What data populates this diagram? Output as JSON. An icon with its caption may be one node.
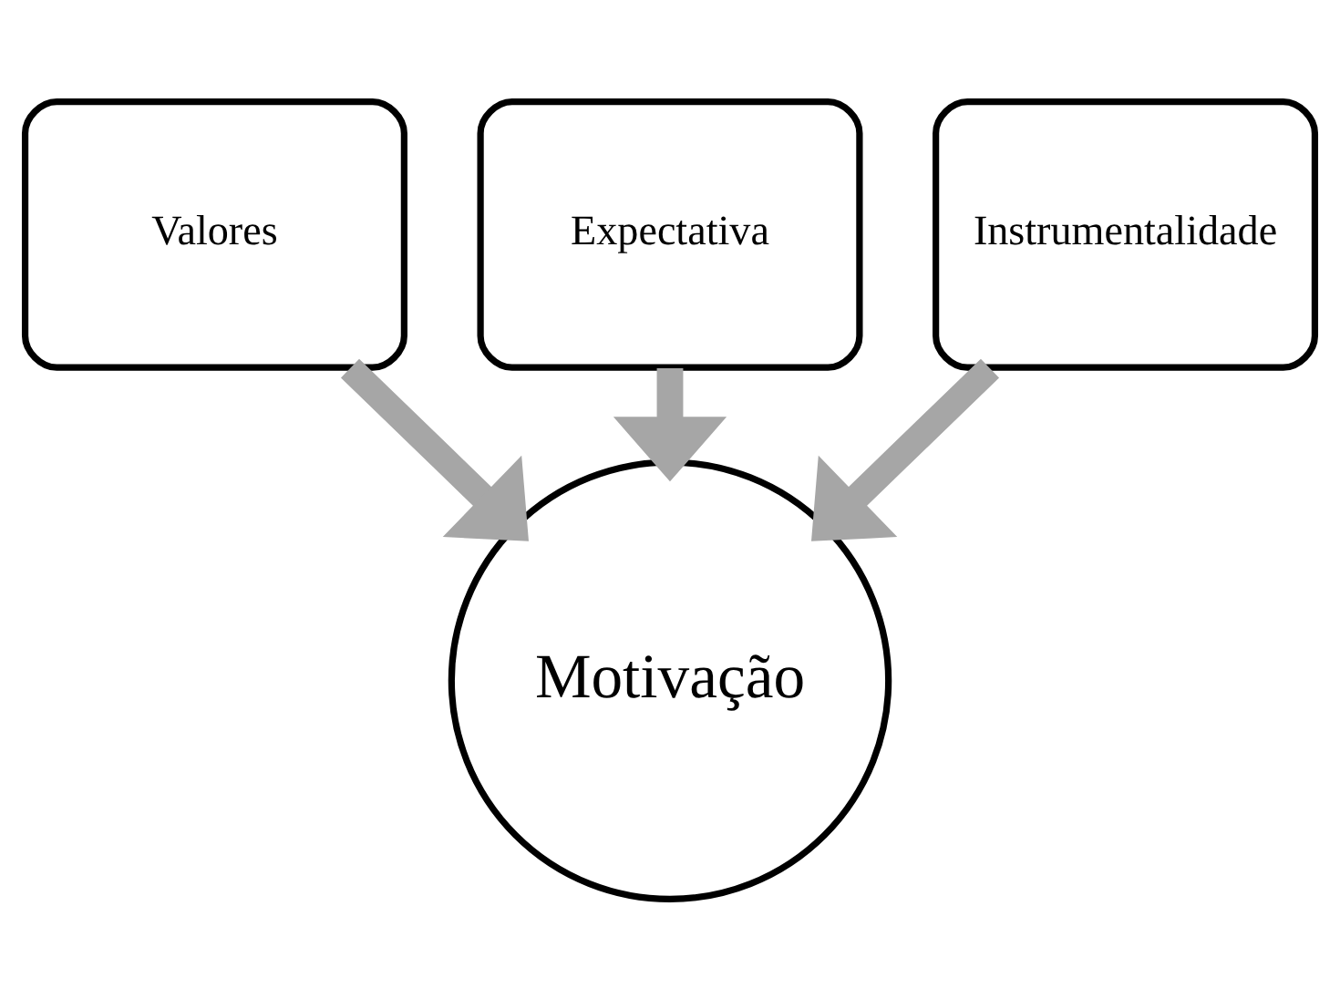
{
  "diagram": {
    "nodes": [
      {
        "text": [
          "Expectativa"
        ]
      },
      {
        "text": [
          "Valores"
        ]
      },
      {
        "text": [
          "Instrumentalidade"
        ]
      },
      {
        "text": [
          "Motivação"
        ]
      }
    ],
    "edges": [
      {
        "from": 1,
        "to": 3,
        "arrow": "to"
      },
      {
        "from": 0,
        "to": 3,
        "arrow": "to"
      },
      {
        "from": 2,
        "to": 3,
        "arrow": "to"
      }
    ]
  }
}
